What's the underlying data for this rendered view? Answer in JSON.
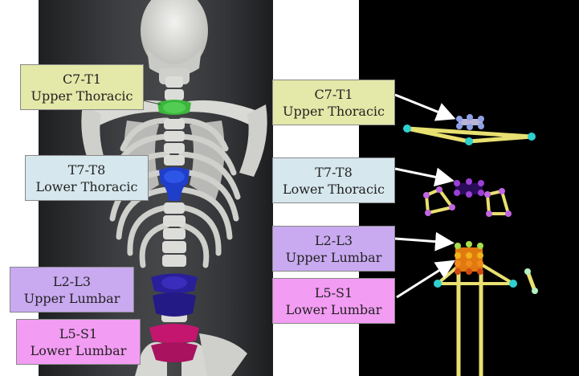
{
  "labels": {
    "upper_thoracic": {
      "line1": "C7-T1",
      "line2": "Upper Thoracic",
      "color": "#e4e8a8"
    },
    "lower_thoracic": {
      "line1": "T7-T8",
      "line2": "Lower Thoracic",
      "color": "#d6e7ee"
    },
    "upper_lumbar": {
      "line1": "L2-L3",
      "line2": "Upper Lumbar",
      "color": "#c9aaf0"
    },
    "lower_lumbar": {
      "line1": "L5-S1",
      "line2": "Lower Lumbar",
      "color": "#f39cf3"
    }
  },
  "segment_colors": {
    "upper_thoracic": "#3cb53c",
    "lower_thoracic": "#1f3ec9",
    "upper_lumbar": "#2a1f9a",
    "lower_lumbar": "#c4166f"
  },
  "marker_colors": {
    "upper_thoracic": "#8ea1e6",
    "lower_thoracic": "#9c3fd6",
    "pelvis_markers": "#2ed0d0",
    "lumbar_markers": "#f2b21a"
  }
}
